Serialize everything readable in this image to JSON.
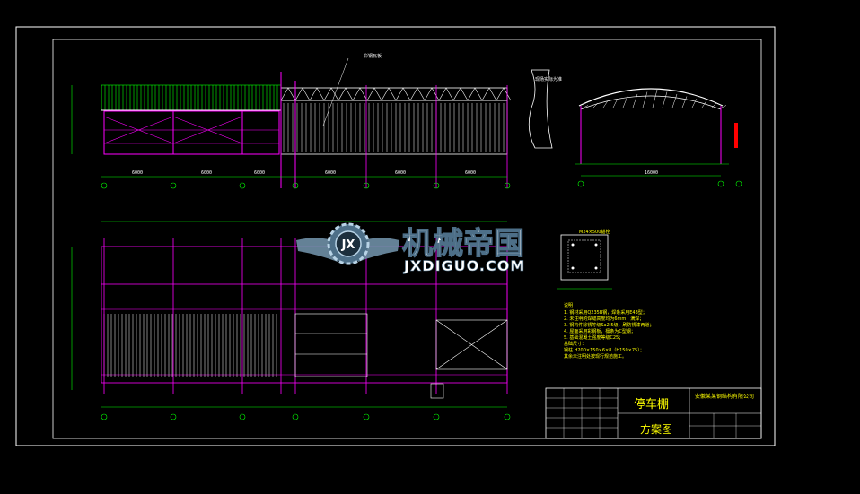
{
  "logo": {
    "name_cn": "机械帝国",
    "domain": "JXDIGUO.COM",
    "emblem_letters": "JX"
  },
  "title_block": {
    "project": "停车棚",
    "drawing": "方案图",
    "company": "安徽某某钢结构有限公司"
  },
  "anchor_label": "M24×500锚栓",
  "label_roof_panel": "彩钢瓦板",
  "label_wall": "现场实际为准",
  "notes": {
    "heading": "说明",
    "lines": [
      "1. 钢材采用Q235B钢，焊条采用E43型；",
      "2. 未注明的焊缝高度均为6mm，满焊；",
      "3. 钢构件除锈等级Sa2.5级，刷防锈漆两道；",
      "4. 屋面采用彩钢板，檩条为C型钢；",
      "5. 基础混凝土强度等级C25；",
      "基础尺寸：",
      "钢柱 H200×150×6×8（H150×75）；",
      "其余未注明处按现行规范施工。"
    ]
  },
  "colors": {
    "background": "#000000",
    "frame": "#ffffff",
    "grid_line": "#ff00ff",
    "member": "#ffffff",
    "dimension": "#00ff00",
    "annotation": "#ffff00",
    "accent": "#ff0000",
    "logo_text": "#ffffff"
  }
}
